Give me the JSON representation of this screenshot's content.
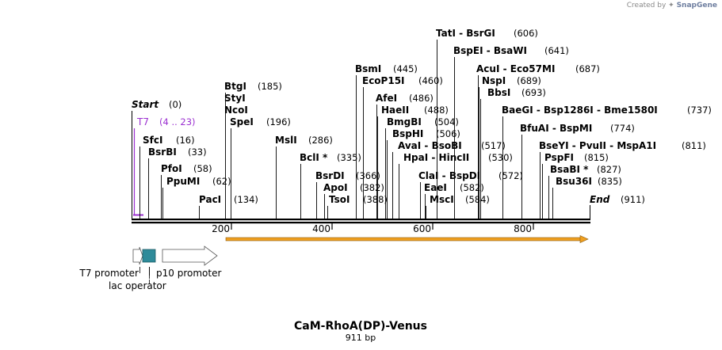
{
  "credit": {
    "prefix": "Created by",
    "brand": "SnapGene"
  },
  "map": {
    "title": "CaM-RhoA(DP)-Venus",
    "subtitle": "911 bp",
    "start_label": "Start",
    "start_pos": "(0)",
    "end_label": "End",
    "end_pos": "(911)",
    "total_length": 911,
    "ticks": [
      "200",
      "400",
      "600",
      "800"
    ],
    "colors": {
      "feature_purple": "#9b30d0",
      "orf_orange": "#f0a020",
      "lac_teal": "#2e8b9a"
    }
  },
  "primer": {
    "name": "T7",
    "range": "(4 .. 23)"
  },
  "sites": [
    {
      "name": "SfcI",
      "pos": "(16)",
      "bp": 16
    },
    {
      "name": "BsrBI",
      "pos": "(33)",
      "bp": 33
    },
    {
      "name": "PfoI",
      "pos": "(58)",
      "bp": 58
    },
    {
      "name": "PpuMI",
      "pos": "(62)",
      "bp": 62
    },
    {
      "name": "PacI",
      "pos": "(134)",
      "bp": 134
    },
    {
      "name": "BtgI",
      "pos": "(185)",
      "bp": 185
    },
    {
      "name": "StyI",
      "pos": "",
      "bp": 185
    },
    {
      "name": "NcoI",
      "pos": "",
      "bp": 185
    },
    {
      "name": "SpeI",
      "pos": "(196)",
      "bp": 196
    },
    {
      "name": "MslI",
      "pos": "(286)",
      "bp": 286
    },
    {
      "name": "BclI *",
      "pos": "(335)",
      "bp": 335
    },
    {
      "name": "BsrDI",
      "pos": "(366)",
      "bp": 366
    },
    {
      "name": "ApoI",
      "pos": "(382)",
      "bp": 382
    },
    {
      "name": "TsoI",
      "pos": "(388)",
      "bp": 388
    },
    {
      "name": "BsmI",
      "pos": "(445)",
      "bp": 445
    },
    {
      "name": "EcoP15I",
      "pos": "(460)",
      "bp": 460
    },
    {
      "name": "AfeI",
      "pos": "(486)",
      "bp": 486
    },
    {
      "name": "HaeII",
      "pos": "(488)",
      "bp": 488
    },
    {
      "name": "BmgBI",
      "pos": "(504)",
      "bp": 504
    },
    {
      "name": "BspHI",
      "pos": "(506)",
      "bp": 506
    },
    {
      "name": "AvaI - BsoBI",
      "pos": "(517)",
      "bp": 517
    },
    {
      "name": "HpaI - HincII",
      "pos": "(530)",
      "bp": 530
    },
    {
      "name": "ClaI - BspDI",
      "pos": "(572)",
      "bp": 572
    },
    {
      "name": "EaeI",
      "pos": "(582)",
      "bp": 582
    },
    {
      "name": "MscI",
      "pos": "(584)",
      "bp": 584
    },
    {
      "name": "TatI - BsrGI",
      "pos": "(606)",
      "bp": 606
    },
    {
      "name": "BspEI - BsaWI",
      "pos": "(641)",
      "bp": 641
    },
    {
      "name": "AcuI - Eco57MI",
      "pos": "(687)",
      "bp": 687
    },
    {
      "name": "NspI",
      "pos": "(689)",
      "bp": 689
    },
    {
      "name": "BbsI",
      "pos": "(693)",
      "bp": 693
    },
    {
      "name": "BaeGI - Bsp1286I - Bme1580I",
      "pos": "(737)",
      "bp": 737
    },
    {
      "name": "BfuAI - BspMI",
      "pos": "(774)",
      "bp": 774
    },
    {
      "name": "BseYI - PvuII - MspA1I",
      "pos": "(811)",
      "bp": 811
    },
    {
      "name": "PspFI",
      "pos": "(815)",
      "bp": 815
    },
    {
      "name": "BsaBI *",
      "pos": "(827)",
      "bp": 827
    },
    {
      "name": "Bsu36I",
      "pos": "(835)",
      "bp": 835
    }
  ],
  "features": [
    {
      "name": "T7 promoter",
      "type": "promoter"
    },
    {
      "name": "lac operator",
      "type": "operator"
    },
    {
      "name": "p10 promoter",
      "type": "promoter"
    }
  ]
}
